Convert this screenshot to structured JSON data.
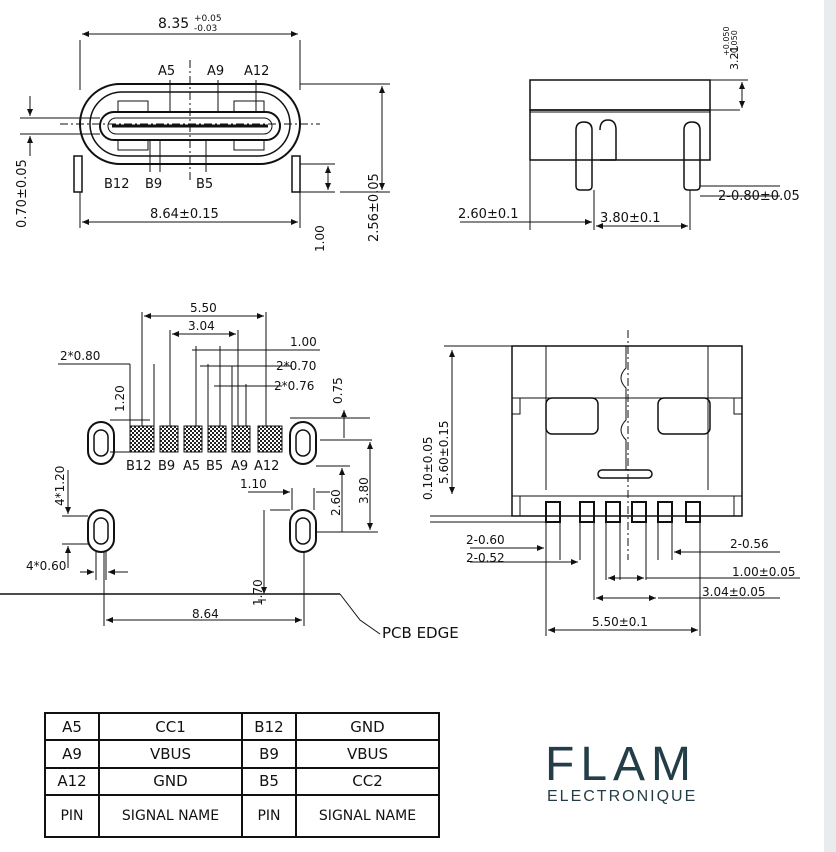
{
  "views": {
    "front": {
      "width_dim": "8.35",
      "width_tol_plus": "+0.05",
      "width_tol_minus": "-0.03",
      "pins_top": [
        "A5",
        "A9",
        "A12"
      ],
      "pins_bottom": [
        "B12",
        "B9",
        "B5"
      ],
      "body_dim": "8.64±0.15",
      "pin_height": "0.70±0.05",
      "leg_dim": "1.00",
      "height_dim": "2.56±0.05"
    },
    "side": {
      "top_dim": "3.21",
      "top_tol_plus": "+0.050",
      "top_tol_minus": "-0.050",
      "leg_dim": "2-0.80±0.05",
      "base_dim": "2.60±0.1",
      "pitch_dim": "3.80±0.1"
    },
    "footprint": {
      "dims": [
        "5.50",
        "3.04",
        "1.00",
        "2*0.70",
        "2*0.76",
        "2*0.80",
        "1.20",
        "0.75"
      ],
      "pads": [
        "B12",
        "B9",
        "A5",
        "B5",
        "A9",
        "A12"
      ],
      "vert_dims": [
        "4*1.20",
        "2.60",
        "3.80",
        "1.70"
      ],
      "hole_dims": [
        "1.10",
        "4*0.60"
      ],
      "width_dim": "8.64",
      "edge_label": "PCB EDGE"
    },
    "top": {
      "dims": [
        "5.60±0.15",
        "0.10±0.05",
        "2-0.60",
        "2-0.52",
        "2-0.56",
        "1.00±0.05",
        "3.04±0.05",
        "5.50±0.1"
      ]
    }
  },
  "table": {
    "rows": [
      [
        "A5",
        "CC1",
        "B12",
        "GND"
      ],
      [
        "A9",
        "VBUS",
        "B9",
        "VBUS"
      ],
      [
        "A12",
        "GND",
        "B5",
        "CC2"
      ]
    ],
    "header": [
      "PIN",
      "SIGNAL NAME",
      "PIN",
      "SIGNAL NAME"
    ]
  },
  "logo": {
    "main": "FLAM",
    "sub": "ELECTRONIQUE",
    "color": "#243e47"
  }
}
